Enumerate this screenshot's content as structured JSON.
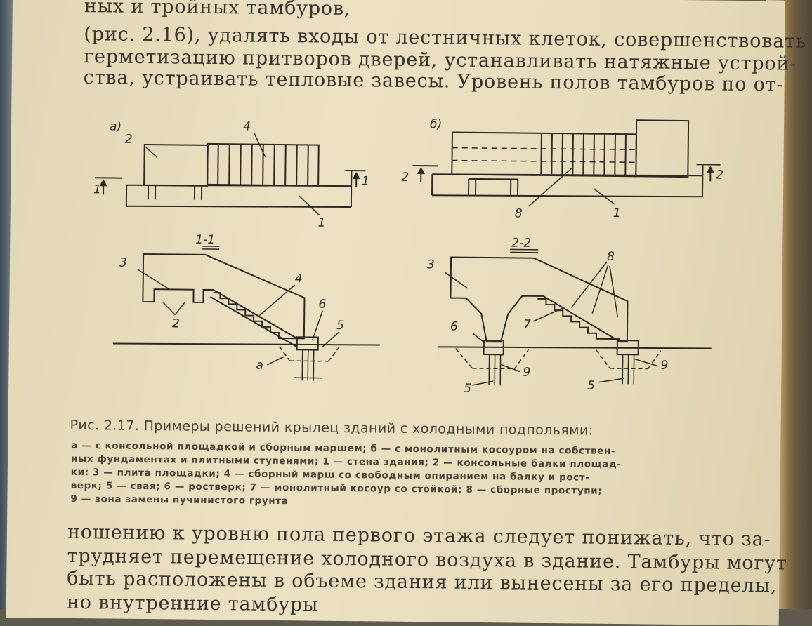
{
  "body_text_top": [
    "ных и тройных   тамбуров,",
    "(рис. 2.16), удалять входы от лестничных клеток, совершенствовать",
    "герметизацию притворов дверей, устанавливать натяжные устрой-",
    "ства, устраивать тепловые завесы. Уровень полов тамбуров по от-"
  ],
  "figure": {
    "view_a_label": "а)",
    "view_b_label": "б)",
    "section_1_label": "1-1",
    "section_2_label": "2-2",
    "callouts_a": [
      "2",
      "4",
      "1",
      "1",
      "1"
    ],
    "callouts_b": [
      "2",
      "2",
      "8",
      "1"
    ],
    "callouts_s1": [
      "3",
      "4",
      "6",
      "2",
      "5",
      "а"
    ],
    "callouts_s2": [
      "3",
      "8",
      "7",
      "6",
      "9",
      "5",
      "9",
      "5"
    ]
  },
  "caption": {
    "title": "Рис. 2.17. Примеры решений крылец зданий с холодными подпольями:",
    "lines": [
      "а — с консольной площадкой и сборным маршем; б — с монолитным косоуром на собствен-",
      "ных фундаментах и плитными ступенями; 1 — стена здания; 2 — консольные балки площад-",
      "ки: 3 — плита площадки; 4 — сборный марш  со свободным  опиранием  на балку и рост-",
      "верк; 5 — свая; 6 — ростверк; 7 — монолитный косоур  со стойкой;  8 — сборные  проступи;",
      "9 — зона замены пучинистого грунта"
    ]
  },
  "body_text_bottom": [
    "ношению к уровню пола первого этажа следует понижать, что за-",
    "трудняет перемещение холодного воздуха в здание. Тамбуры могут",
    "быть расположены в объеме здания или вынесены за его пределы,",
    "но внутренние тамбуры"
  ]
}
